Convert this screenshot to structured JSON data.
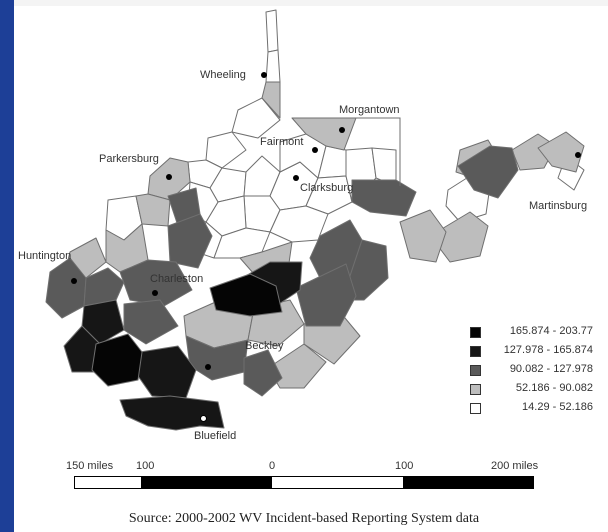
{
  "map": {
    "cities": [
      {
        "name": "Wheeling",
        "marker": "filled"
      },
      {
        "name": "Morgantown",
        "marker": "filled"
      },
      {
        "name": "Fairmont",
        "marker": "filled"
      },
      {
        "name": "Parkersburg",
        "marker": "filled"
      },
      {
        "name": "Clarksburg",
        "marker": "filled"
      },
      {
        "name": "Martinsburg",
        "marker": "filled"
      },
      {
        "name": "Huntington",
        "marker": "filled"
      },
      {
        "name": "Charleston",
        "marker": "filled"
      },
      {
        "name": "Beckley",
        "marker": "filled"
      },
      {
        "name": "Bluefield",
        "marker": "open"
      }
    ],
    "legend": [
      {
        "label": "165.874 - 203.77",
        "color": "#050505"
      },
      {
        "label": "127.978 - 165.874",
        "color": "#161616"
      },
      {
        "label": "90.082 - 127.978",
        "color": "#5a5a5a"
      },
      {
        "label": "52.186 - 90.082",
        "color": "#bdbdbd"
      },
      {
        "label": "14.29 - 52.186",
        "color": "#ffffff"
      }
    ],
    "scale": {
      "labels": [
        "150 miles",
        "100",
        "0",
        "100",
        "200 miles"
      ],
      "segment_colors": [
        "#ffffff",
        "#000000",
        "#ffffff",
        "#000000"
      ]
    },
    "source": "Source:  2000-2002 WV Incident-based Reporting System data"
  }
}
